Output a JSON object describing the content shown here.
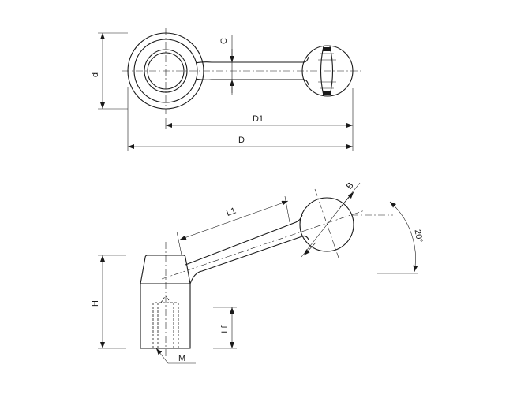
{
  "labels": {
    "c": "C",
    "d": "d",
    "d1": "D1",
    "d_outer": "D",
    "l1": "L1",
    "b": "B",
    "angle": "20°",
    "h": "H",
    "lf": "Lf",
    "m": "M"
  },
  "colors": {
    "ink": "#1a1a1a",
    "background": "#ffffff"
  }
}
